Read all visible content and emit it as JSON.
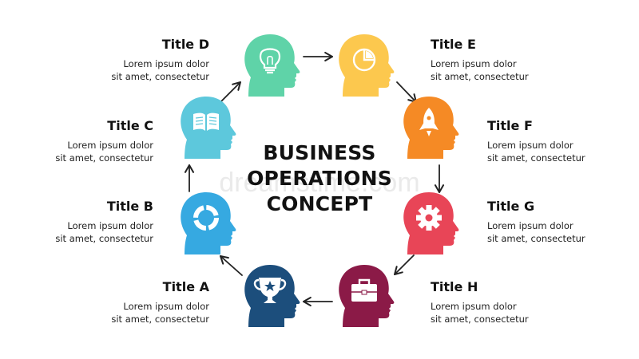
{
  "center_title": [
    "BUSINESS",
    "OPERATIONS",
    "CONCEPT"
  ],
  "watermark": "dreamstime.com",
  "items": [
    {
      "title": "Title A",
      "desc1": "Lorem ipsum dolor",
      "desc2": "sit amet, consectetur",
      "color": "#1c4e7c",
      "icon": "trophy-icon"
    },
    {
      "title": "Title B",
      "desc1": "Lorem ipsum dolor",
      "desc2": "sit amet, consectetur",
      "color": "#36a9e1",
      "icon": "cycle-icon"
    },
    {
      "title": "Title C",
      "desc1": "Lorem ipsum dolor",
      "desc2": "sit amet, consectetur",
      "color": "#5dc8dc",
      "icon": "book-icon"
    },
    {
      "title": "Title D",
      "desc1": "Lorem ipsum dolor",
      "desc2": "sit amet, consectetur",
      "color": "#5fd3a8",
      "icon": "lightbulb-icon"
    },
    {
      "title": "Title E",
      "desc1": "Lorem ipsum dolor",
      "desc2": "sit amet, consectetur",
      "color": "#fcc84e",
      "icon": "pie-chart-icon"
    },
    {
      "title": "Title F",
      "desc1": "Lorem ipsum dolor",
      "desc2": "sit amet, consectetur",
      "color": "#f58a25",
      "icon": "rocket-icon"
    },
    {
      "title": "Title G",
      "desc1": "Lorem ipsum dolor",
      "desc2": "sit amet, consectetur",
      "color": "#e84557",
      "icon": "gear-icon"
    },
    {
      "title": "Title H",
      "desc1": "Lorem ipsum dolor",
      "desc2": "sit amet, consectetur",
      "color": "#8b1a47",
      "icon": "briefcase-icon"
    }
  ]
}
